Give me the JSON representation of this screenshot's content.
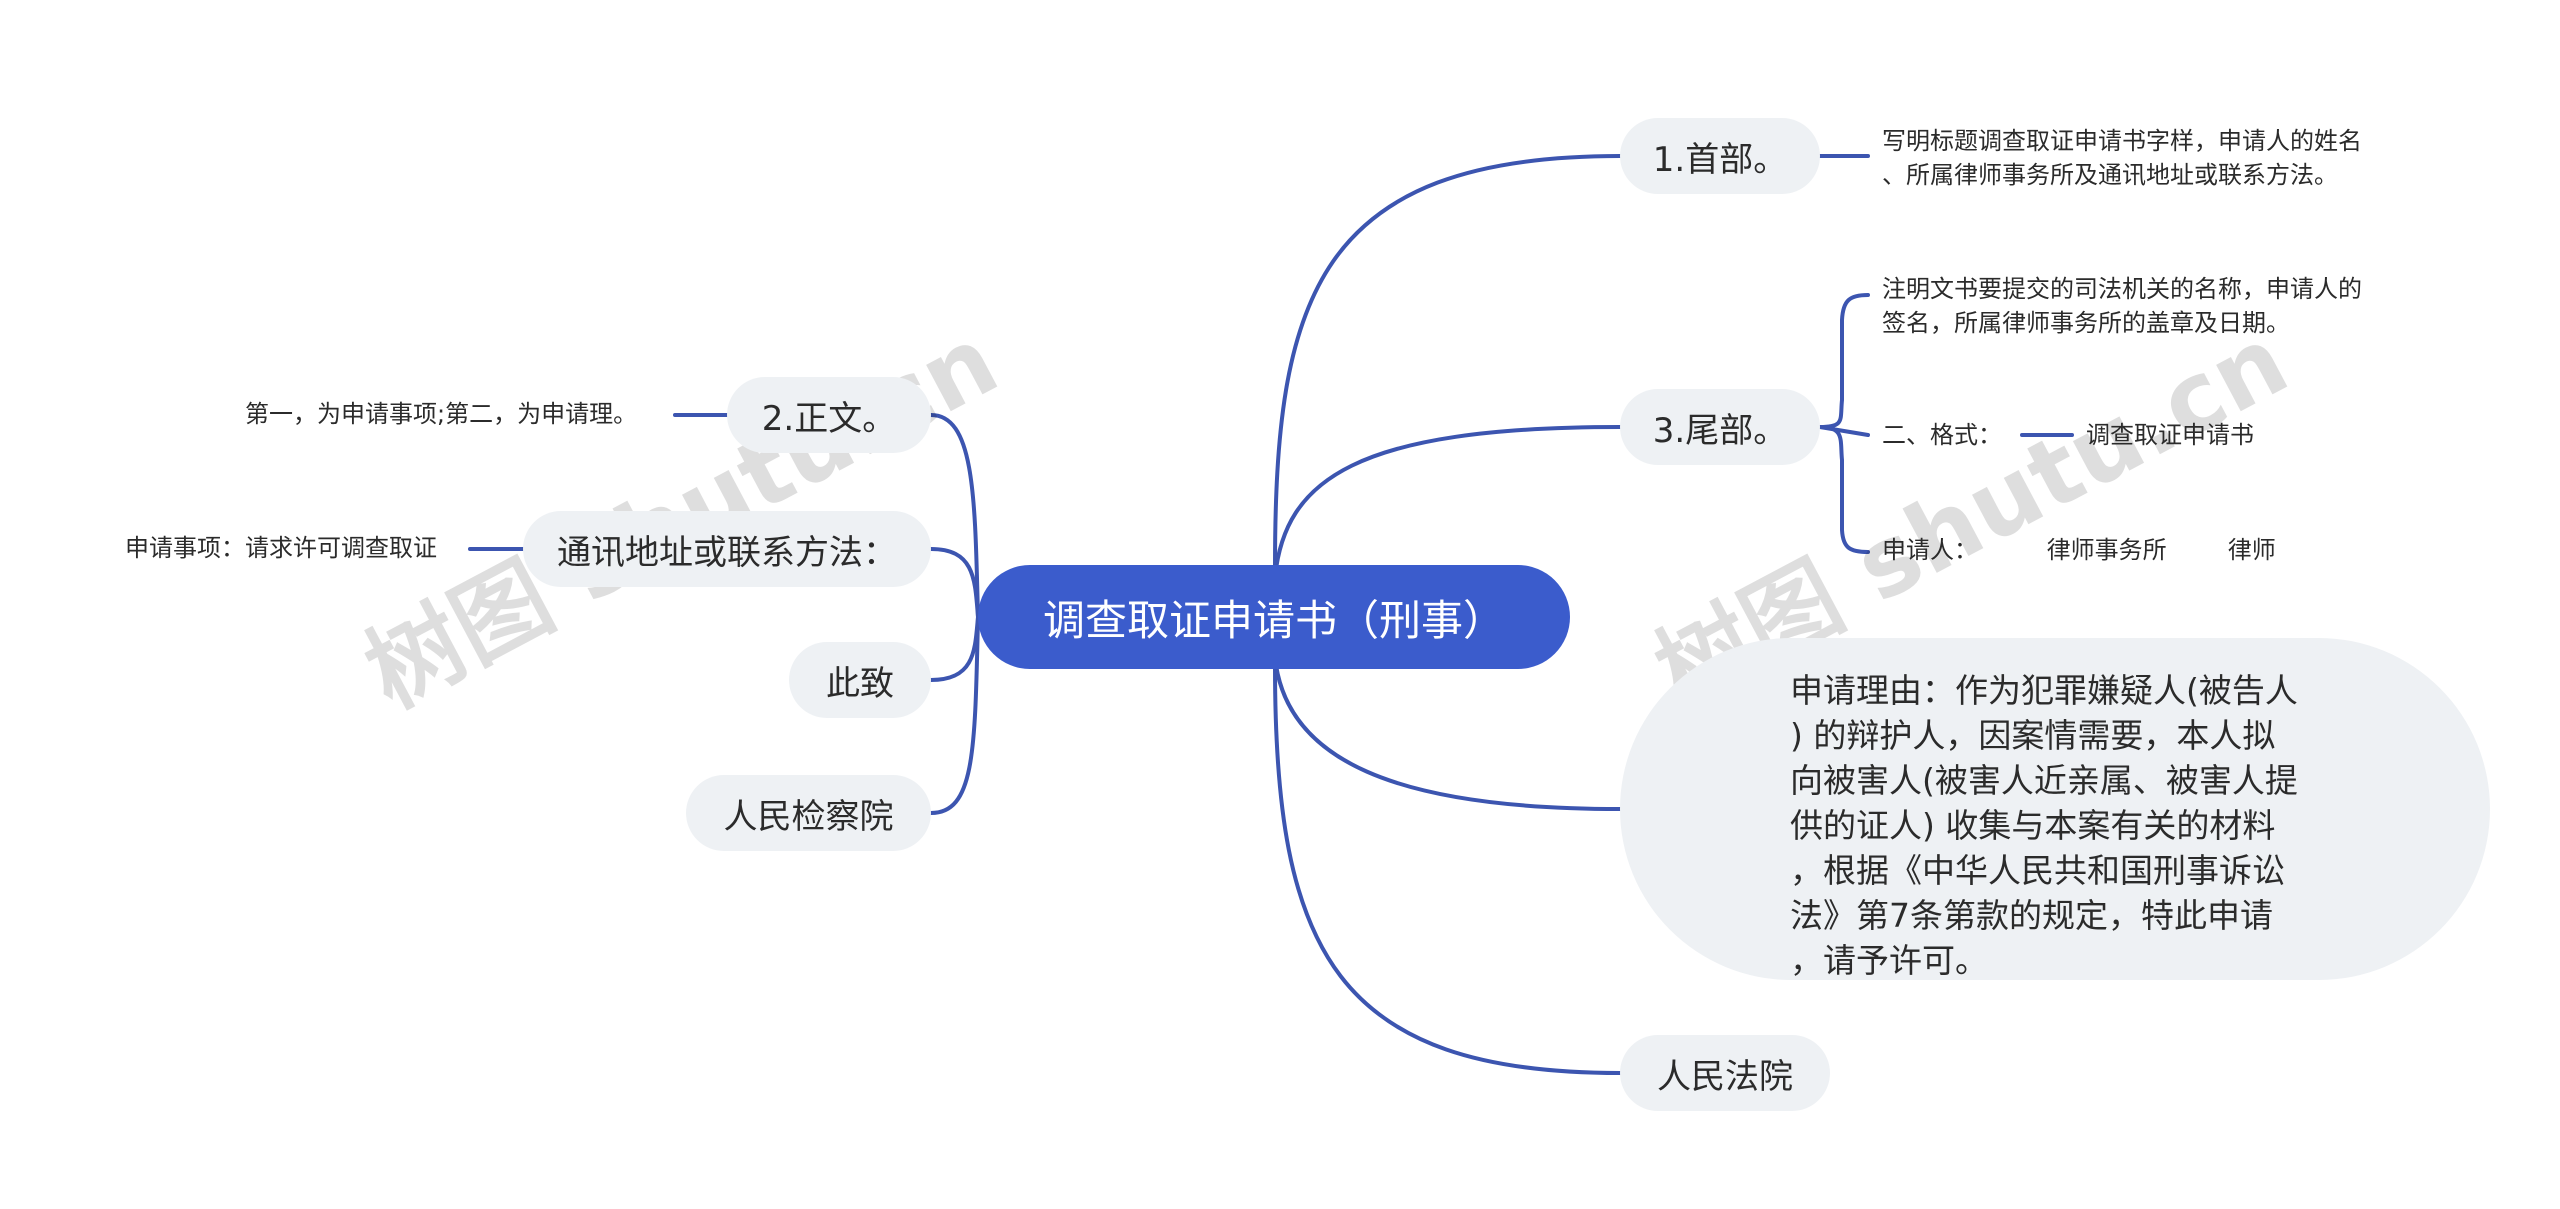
{
  "watermark": "树图 shutu.cn",
  "colors": {
    "root_fill": "#3b5ccc",
    "node_fill": "#eef1f4",
    "link": "#3c55b0"
  },
  "root": {
    "label": "调查取证申请书（刑事）"
  },
  "left_branches": [
    {
      "label": "2.正文。",
      "leaf": "第一，为申请事项;第二，为申请理。"
    },
    {
      "label": "通讯地址或联系方法：",
      "leaf": "申请事项：请求许可调查取证"
    },
    {
      "label": "此致"
    },
    {
      "label": "人民检察院"
    }
  ],
  "right_branches": {
    "head": {
      "label": "1.首部。",
      "leaf": [
        "写明标题调查取证申请书字样，申请人的姓名",
        "、所属律师事务所及通讯地址或联系方法。"
      ]
    },
    "tail": {
      "label": "3.尾部。",
      "leaf_1": [
        "注明文书要提交的司法机关的名称，申请人的",
        "签名，所属律师事务所的盖章及日期。"
      ],
      "leaf_2": "二、格式：",
      "leaf_2_child": "调查取证申请书",
      "leaf_3": "申请人：         律师事务所        律师"
    },
    "reason": {
      "lines": [
        "申请理由：作为犯罪嫌疑人(被告人",
        ") 的辩护人，因案情需要，本人拟",
        "向被害人(被害人近亲属、被害人提",
        "供的证人) 收集与本案有关的材料",
        "，根据《中华人民共和国刑事诉讼",
        "法》第7条第款的规定，特此申请",
        "，请予许可。"
      ]
    },
    "court": {
      "label": "人民法院"
    }
  }
}
